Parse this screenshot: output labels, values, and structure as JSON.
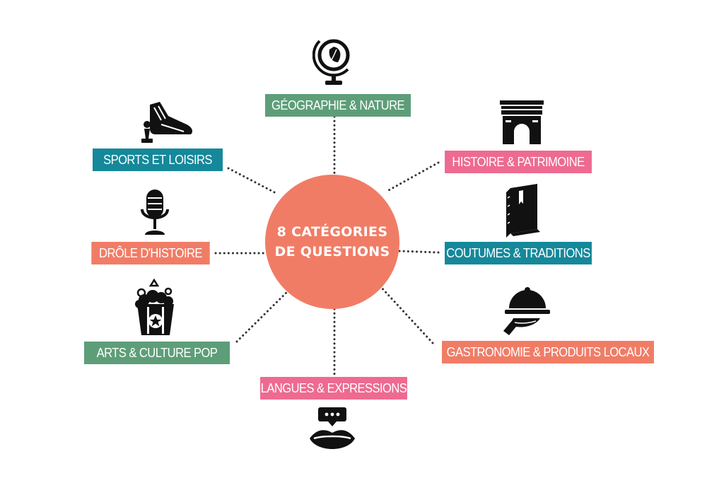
{
  "hub": {
    "line1": "8 CATÉGORIES",
    "line2": "DE QUESTIONS"
  },
  "colors": {
    "hub": "#F17C66",
    "green": "#5D9E78",
    "teal": "#15889A",
    "pink": "#EE6A91",
    "salmon": "#F17C66",
    "icon": "#111111",
    "dots": "#333333"
  },
  "categories": {
    "geographie": {
      "label": "GÉOGRAPHIE & NATURE",
      "color": "#5D9E78",
      "icon": "globe-leaf-icon"
    },
    "histoire": {
      "label": "HISTOIRE & PATRIMOINE",
      "color": "#EE6A91",
      "icon": "arc-de-triomphe-icon"
    },
    "coutumes": {
      "label": "COUTUMES & TRADITIONS",
      "color": "#15889A",
      "icon": "book-icon"
    },
    "gastronomie": {
      "label": "GASTRONOMIE & PRODUITS LOCAUX",
      "color": "#F17C66",
      "icon": "cloche-serving-icon"
    },
    "langues": {
      "label": "LANGUES & EXPRESSIONS",
      "color": "#EE6A91",
      "icon": "lips-speech-icon"
    },
    "arts": {
      "label": "ARTS & CULTURE POP",
      "color": "#5D9E78",
      "icon": "popcorn-icon"
    },
    "drole": {
      "label": "DRÔLE D'HISTOIRE",
      "color": "#F17C66",
      "icon": "microphone-icon"
    },
    "sports": {
      "label": "SPORTS ET LOISIRS",
      "color": "#15889A",
      "icon": "sneaker-chess-icon"
    }
  }
}
